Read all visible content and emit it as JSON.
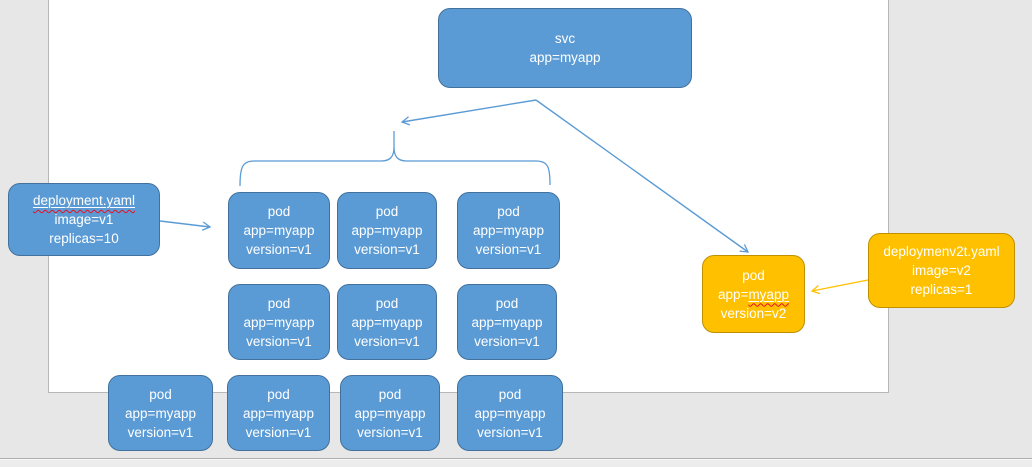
{
  "app_context": "presentation-slide-editor",
  "colors": {
    "blue_fill": "#5B9BD5",
    "blue_border": "#41719C",
    "orange_fill": "#FFC000",
    "orange_border": "#BF9000",
    "connector_blue": "#5B9BD5",
    "connector_orange": "#FFC000",
    "spellcheck_red": "#E81123",
    "slide_background": "#FFFFFF",
    "pasteboard_background": "#E7E7E7",
    "text": "#FFFFFF"
  },
  "diagram": {
    "nodes": [
      {
        "id": "svc",
        "variant": "blue",
        "lines": [
          [
            {
              "text": "svc"
            }
          ],
          [
            {
              "text": "app=myapp"
            }
          ]
        ]
      },
      {
        "id": "deployment-yaml",
        "variant": "blue",
        "lines": [
          [
            {
              "text": "deployment.yaml",
              "underline": true,
              "squiggle": true
            }
          ],
          [
            {
              "text": "image=v1"
            }
          ],
          [
            {
              "text": "replicas=10"
            }
          ]
        ]
      },
      {
        "id": "pod-v1-1",
        "variant": "blue",
        "lines": [
          [
            {
              "text": "pod"
            }
          ],
          [
            {
              "text": "app=myapp"
            }
          ],
          [
            {
              "text": "version=v1"
            }
          ]
        ]
      },
      {
        "id": "pod-v1-2",
        "variant": "blue",
        "lines": [
          [
            {
              "text": "pod"
            }
          ],
          [
            {
              "text": "app=myapp"
            }
          ],
          [
            {
              "text": "version=v1"
            }
          ]
        ]
      },
      {
        "id": "pod-v1-3",
        "variant": "blue",
        "lines": [
          [
            {
              "text": "pod"
            }
          ],
          [
            {
              "text": "app=myapp"
            }
          ],
          [
            {
              "text": "version=v1"
            }
          ]
        ]
      },
      {
        "id": "pod-v1-4",
        "variant": "blue",
        "lines": [
          [
            {
              "text": "pod"
            }
          ],
          [
            {
              "text": "app=myapp"
            }
          ],
          [
            {
              "text": "version=v1"
            }
          ]
        ]
      },
      {
        "id": "pod-v1-5",
        "variant": "blue",
        "lines": [
          [
            {
              "text": "pod"
            }
          ],
          [
            {
              "text": "app=myapp"
            }
          ],
          [
            {
              "text": "version=v1"
            }
          ]
        ]
      },
      {
        "id": "pod-v1-6",
        "variant": "blue",
        "lines": [
          [
            {
              "text": "pod"
            }
          ],
          [
            {
              "text": "app=myapp"
            }
          ],
          [
            {
              "text": "version=v1"
            }
          ]
        ]
      },
      {
        "id": "pod-v1-7",
        "variant": "blue",
        "lines": [
          [
            {
              "text": "pod"
            }
          ],
          [
            {
              "text": "app=myapp"
            }
          ],
          [
            {
              "text": "version=v1"
            }
          ]
        ]
      },
      {
        "id": "pod-v1-8",
        "variant": "blue",
        "lines": [
          [
            {
              "text": "pod"
            }
          ],
          [
            {
              "text": "app=myapp"
            }
          ],
          [
            {
              "text": "version=v1"
            }
          ]
        ]
      },
      {
        "id": "pod-v1-9",
        "variant": "blue",
        "lines": [
          [
            {
              "text": "pod"
            }
          ],
          [
            {
              "text": "app=myapp"
            }
          ],
          [
            {
              "text": "version=v1"
            }
          ]
        ]
      },
      {
        "id": "pod-v1-10",
        "variant": "blue",
        "lines": [
          [
            {
              "text": "pod"
            }
          ],
          [
            {
              "text": "app=myapp"
            }
          ],
          [
            {
              "text": "version=v1"
            }
          ]
        ]
      },
      {
        "id": "pod-v2",
        "variant": "orange",
        "lines": [
          [
            {
              "text": "pod"
            }
          ],
          [
            {
              "text": "app="
            },
            {
              "text": "myapp",
              "underline": true,
              "squiggle": true
            }
          ],
          [
            {
              "text": "version=v2"
            }
          ]
        ]
      },
      {
        "id": "deployment-v2-yaml",
        "variant": "orange",
        "lines": [
          [
            {
              "text": "deploymenv2t.yaml"
            }
          ],
          [
            {
              "text": "image=v2"
            }
          ],
          [
            {
              "text": "replicas=1"
            }
          ]
        ]
      }
    ],
    "connectors": [
      {
        "id": "deployment-to-pod",
        "from": "deployment-yaml",
        "to": "pod-v1-1",
        "color": "#5B9BD5",
        "arrowhead": "end"
      },
      {
        "id": "svc-to-pod-group",
        "from": "svc",
        "to": "pod-group-brace",
        "color": "#5B9BD5",
        "arrowhead": "end"
      },
      {
        "id": "svc-to-pod-v2",
        "from": "svc",
        "to": "pod-v2",
        "color": "#5B9BD5",
        "arrowhead": "end"
      },
      {
        "id": "deployment-v2-to-pod-v2",
        "from": "deployment-v2-yaml",
        "to": "pod-v2",
        "color": "#FFC000",
        "arrowhead": "end"
      },
      {
        "id": "pod-group-brace",
        "type": "brace-over-v1-pods",
        "color": "#5B9BD5",
        "arrowhead": "none"
      }
    ]
  }
}
